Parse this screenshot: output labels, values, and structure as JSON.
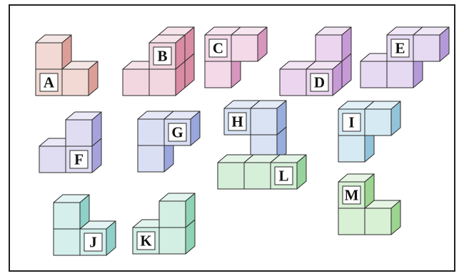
{
  "palette": {
    "stroke": "#2a2a2a",
    "label_box_fill": "#ffffff"
  },
  "figures": [
    {
      "label": "A",
      "top": "#f4e6e4",
      "front": "#f2d9d4",
      "side": "#dc9f98"
    },
    {
      "label": "B",
      "top": "#f6e4ea",
      "front": "#f3d7e0",
      "side": "#d98ca4"
    },
    {
      "label": "C",
      "top": "#f7e6f0",
      "front": "#f4d9e9",
      "side": "#d796be"
    },
    {
      "label": "D",
      "top": "#f3e4f4",
      "front": "#ecd6ef",
      "side": "#c69ad6"
    },
    {
      "label": "E",
      "top": "#efe6f6",
      "front": "#e6daf2",
      "side": "#b59ad9"
    },
    {
      "label": "F",
      "top": "#ebe8f7",
      "front": "#e0ddf3",
      "side": "#a7a2dc"
    },
    {
      "label": "G",
      "top": "#e6e8f7",
      "front": "#dadff3",
      "side": "#9aa6dc"
    },
    {
      "label": "H",
      "top": "#e4ebf7",
      "front": "#d9e3f3",
      "side": "#98aedc"
    },
    {
      "label": "I",
      "top": "#e2f0f7",
      "front": "#d6eaf3",
      "side": "#93c3d9"
    },
    {
      "label": "J",
      "top": "#e2f4f3",
      "front": "#d4efec",
      "side": "#8fd0c8"
    },
    {
      "label": "K",
      "top": "#e2f4ee",
      "front": "#d3efe4",
      "side": "#8fd2b4"
    },
    {
      "label": "L",
      "top": "#e4f4e6",
      "front": "#d6efd9",
      "side": "#97d39d"
    },
    {
      "label": "M",
      "top": "#e6f5e3",
      "front": "#d8f0d4",
      "side": "#9cd590"
    }
  ]
}
